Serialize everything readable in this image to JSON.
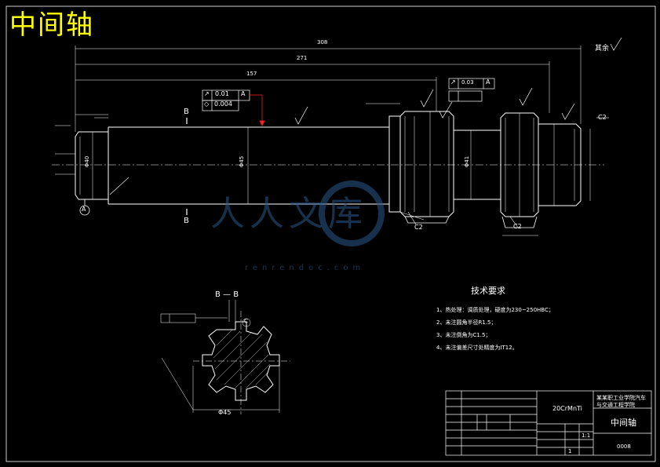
{
  "drawing": {
    "title": "中间轴",
    "roughness_note": "其余",
    "datum_label": "A",
    "section_label": "B",
    "section_view_label": "B — B",
    "detail_label": "C",
    "chamfer_label": "C2",
    "tolerance_frame_1": {
      "symbol": "↗",
      "value": "0.01",
      "datum": "A"
    },
    "tolerance_frame_2": {
      "symbol": "◇",
      "value": "0.004"
    },
    "tolerance_frame_3": {
      "symbol": "↗",
      "value": "0.03",
      "datum": "A"
    },
    "dimensions": {
      "overall_length": "308",
      "length_2": "271",
      "length_3": "157",
      "dia_main": "Φ45",
      "dia_shaft": "Φ40",
      "dia_41": "Φ41",
      "spline_dia": "Φ45"
    },
    "colors": {
      "background": "#000000",
      "line": "#ffffff",
      "title": "#ffff00",
      "leader": "#ff2020",
      "watermark": "#2a5a8c"
    }
  },
  "tech": {
    "title": "技术要求",
    "items": [
      "1、热处理：调质处理，硬度为230~250HBC；",
      "2、未注圆角半径R1.5；",
      "3、未注倒角为C1.5；",
      "4、未注偏差尺寸处精度为IT12。"
    ]
  },
  "title_block": {
    "material": "20CrMnTi",
    "school": "某某职工业学院汽车与交通工程学院",
    "part_name": "中间轴",
    "scale": "1:1",
    "sheet": "1",
    "drawing_no": "0008"
  },
  "watermark": {
    "text": "人人文库",
    "url": "renrendoc.com"
  }
}
